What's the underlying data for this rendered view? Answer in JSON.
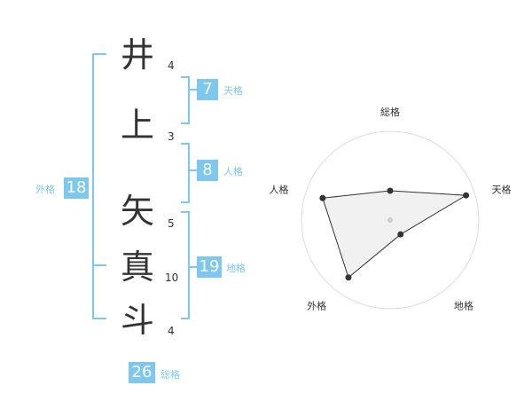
{
  "name": {
    "chars": [
      {
        "char": "井",
        "strokes": "4"
      },
      {
        "char": "上",
        "strokes": "3"
      },
      {
        "char": "矢",
        "strokes": "5"
      },
      {
        "char": "真",
        "strokes": "10"
      },
      {
        "char": "斗",
        "strokes": "4"
      }
    ]
  },
  "scores": {
    "tenkaku": {
      "value": "7",
      "label": "天格"
    },
    "jinkaku": {
      "value": "8",
      "label": "人格"
    },
    "chikaku": {
      "value": "19",
      "label": "地格"
    },
    "gaikaku": {
      "value": "18",
      "label": "外格"
    },
    "soukaku": {
      "value": "26",
      "label": "総格"
    }
  },
  "colors": {
    "accent": "#7ec8f0",
    "text": "#333333",
    "radar_fill": "#eeeeee"
  },
  "chart_data": {
    "type": "radar",
    "axes": [
      "総格",
      "天格",
      "地格",
      "外格",
      "人格"
    ],
    "values": [
      0.33,
      0.9,
      0.2,
      0.8,
      0.8
    ],
    "range": [
      0,
      1
    ],
    "rings": 4
  }
}
